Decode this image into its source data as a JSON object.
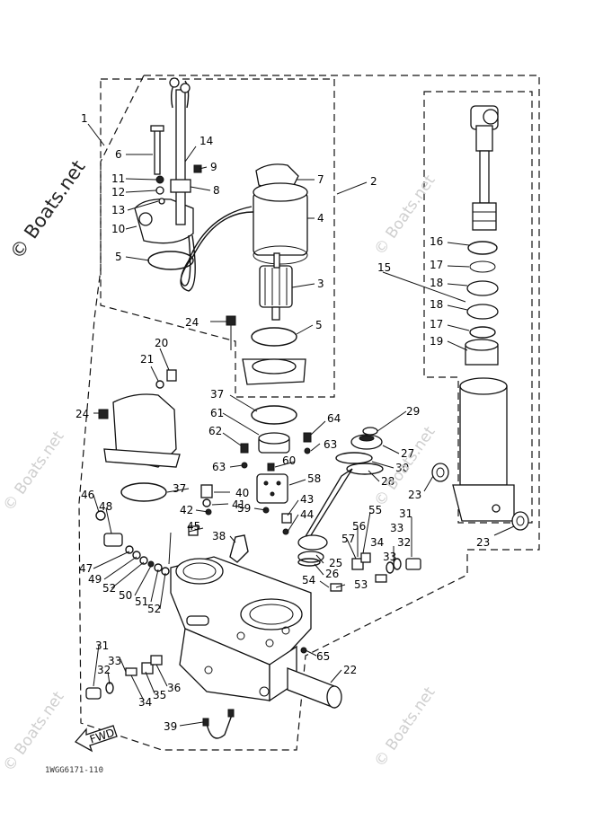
{
  "watermark": {
    "brand": "© Boats.net",
    "brand_faint": "© Boats.net"
  },
  "diagram_code": "1WGG6171-110",
  "fwd_label": "FWD",
  "callouts": {
    "c1": "1",
    "c2": "2",
    "c3": "3",
    "c4": "4",
    "c5a": "5",
    "c5b": "5",
    "c6": "6",
    "c7": "7",
    "c8": "8",
    "c9": "9",
    "c10": "10",
    "c11": "11",
    "c12": "12",
    "c13": "13",
    "c14": "14",
    "c15": "15",
    "c16": "16",
    "c17a": "17",
    "c17b": "17",
    "c18a": "18",
    "c18b": "18",
    "c19": "19",
    "c20": "20",
    "c21": "21",
    "c22": "22",
    "c23a": "23",
    "c23b": "23",
    "c24a": "24",
    "c24b": "24",
    "c25": "25",
    "c26": "26",
    "c27": "27",
    "c28": "28",
    "c29": "29",
    "c30": "30",
    "c31a": "31",
    "c31b": "31",
    "c32a": "32",
    "c32b": "32",
    "c33a": "33",
    "c33b": "33",
    "c33c": "33",
    "c34a": "34",
    "c34b": "34",
    "c35": "35",
    "c36": "36",
    "c37a": "37",
    "c37b": "37",
    "c38": "38",
    "c39": "39",
    "c40": "40",
    "c41": "41",
    "c42": "42",
    "c43": "43",
    "c44": "44",
    "c45": "45",
    "c46": "46",
    "c47": "47",
    "c48": "48",
    "c49": "49",
    "c50": "50",
    "c51": "51",
    "c52a": "52",
    "c52b": "52",
    "c53": "53",
    "c54": "54",
    "c55": "55",
    "c56": "56",
    "c57": "57",
    "c58": "58",
    "c59": "59",
    "c60": "60",
    "c61": "61",
    "c62": "62",
    "c63a": "63",
    "c63b": "63",
    "c64": "64",
    "c65": "65"
  }
}
